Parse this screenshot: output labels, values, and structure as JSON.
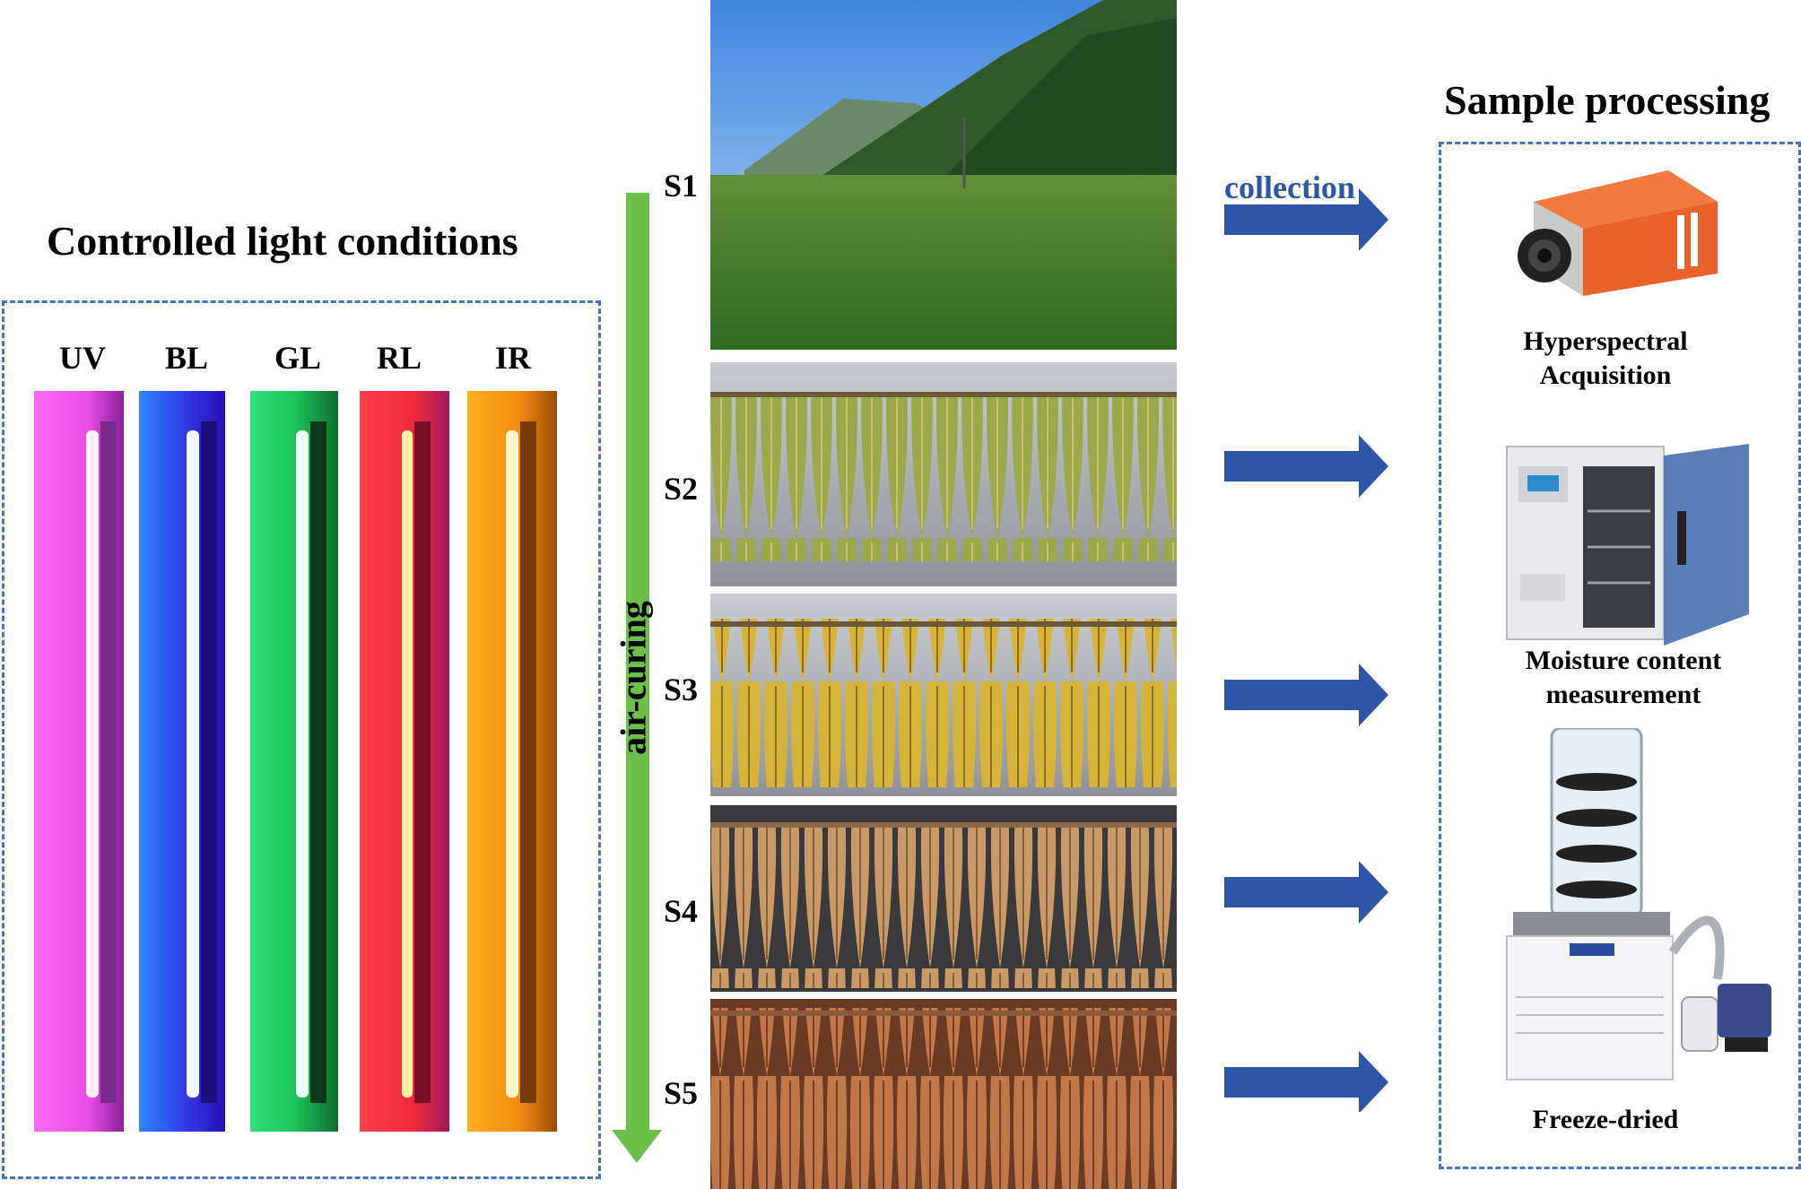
{
  "left_panel": {
    "title": "Controlled light conditions",
    "lamps": [
      {
        "label": "UV",
        "color": "#e84ee6"
      },
      {
        "label": "BL",
        "color": "#2f3fe8"
      },
      {
        "label": "GL",
        "color": "#1fc55a"
      },
      {
        "label": "RL",
        "color": "#f02a3c"
      },
      {
        "label": "IR",
        "color": "#f08a10"
      }
    ]
  },
  "middle_panel": {
    "process_label": "air-curing",
    "stages": [
      "S1",
      "S2",
      "S3",
      "S4",
      "S5"
    ],
    "arrow_color": "#6cc04a"
  },
  "arrows": {
    "first_label": "collection",
    "color": "#2f55a8"
  },
  "right_panel": {
    "title": "Sample processing",
    "steps": [
      {
        "line1": "Hyperspectral",
        "line2": "Acquisition",
        "icon": "hyperspectral-camera-icon"
      },
      {
        "line1": "Moisture content",
        "line2": "measurement",
        "icon": "drying-oven-icon"
      },
      {
        "line1": "Freeze-dried",
        "line2": "",
        "icon": "freeze-dryer-icon"
      }
    ]
  }
}
